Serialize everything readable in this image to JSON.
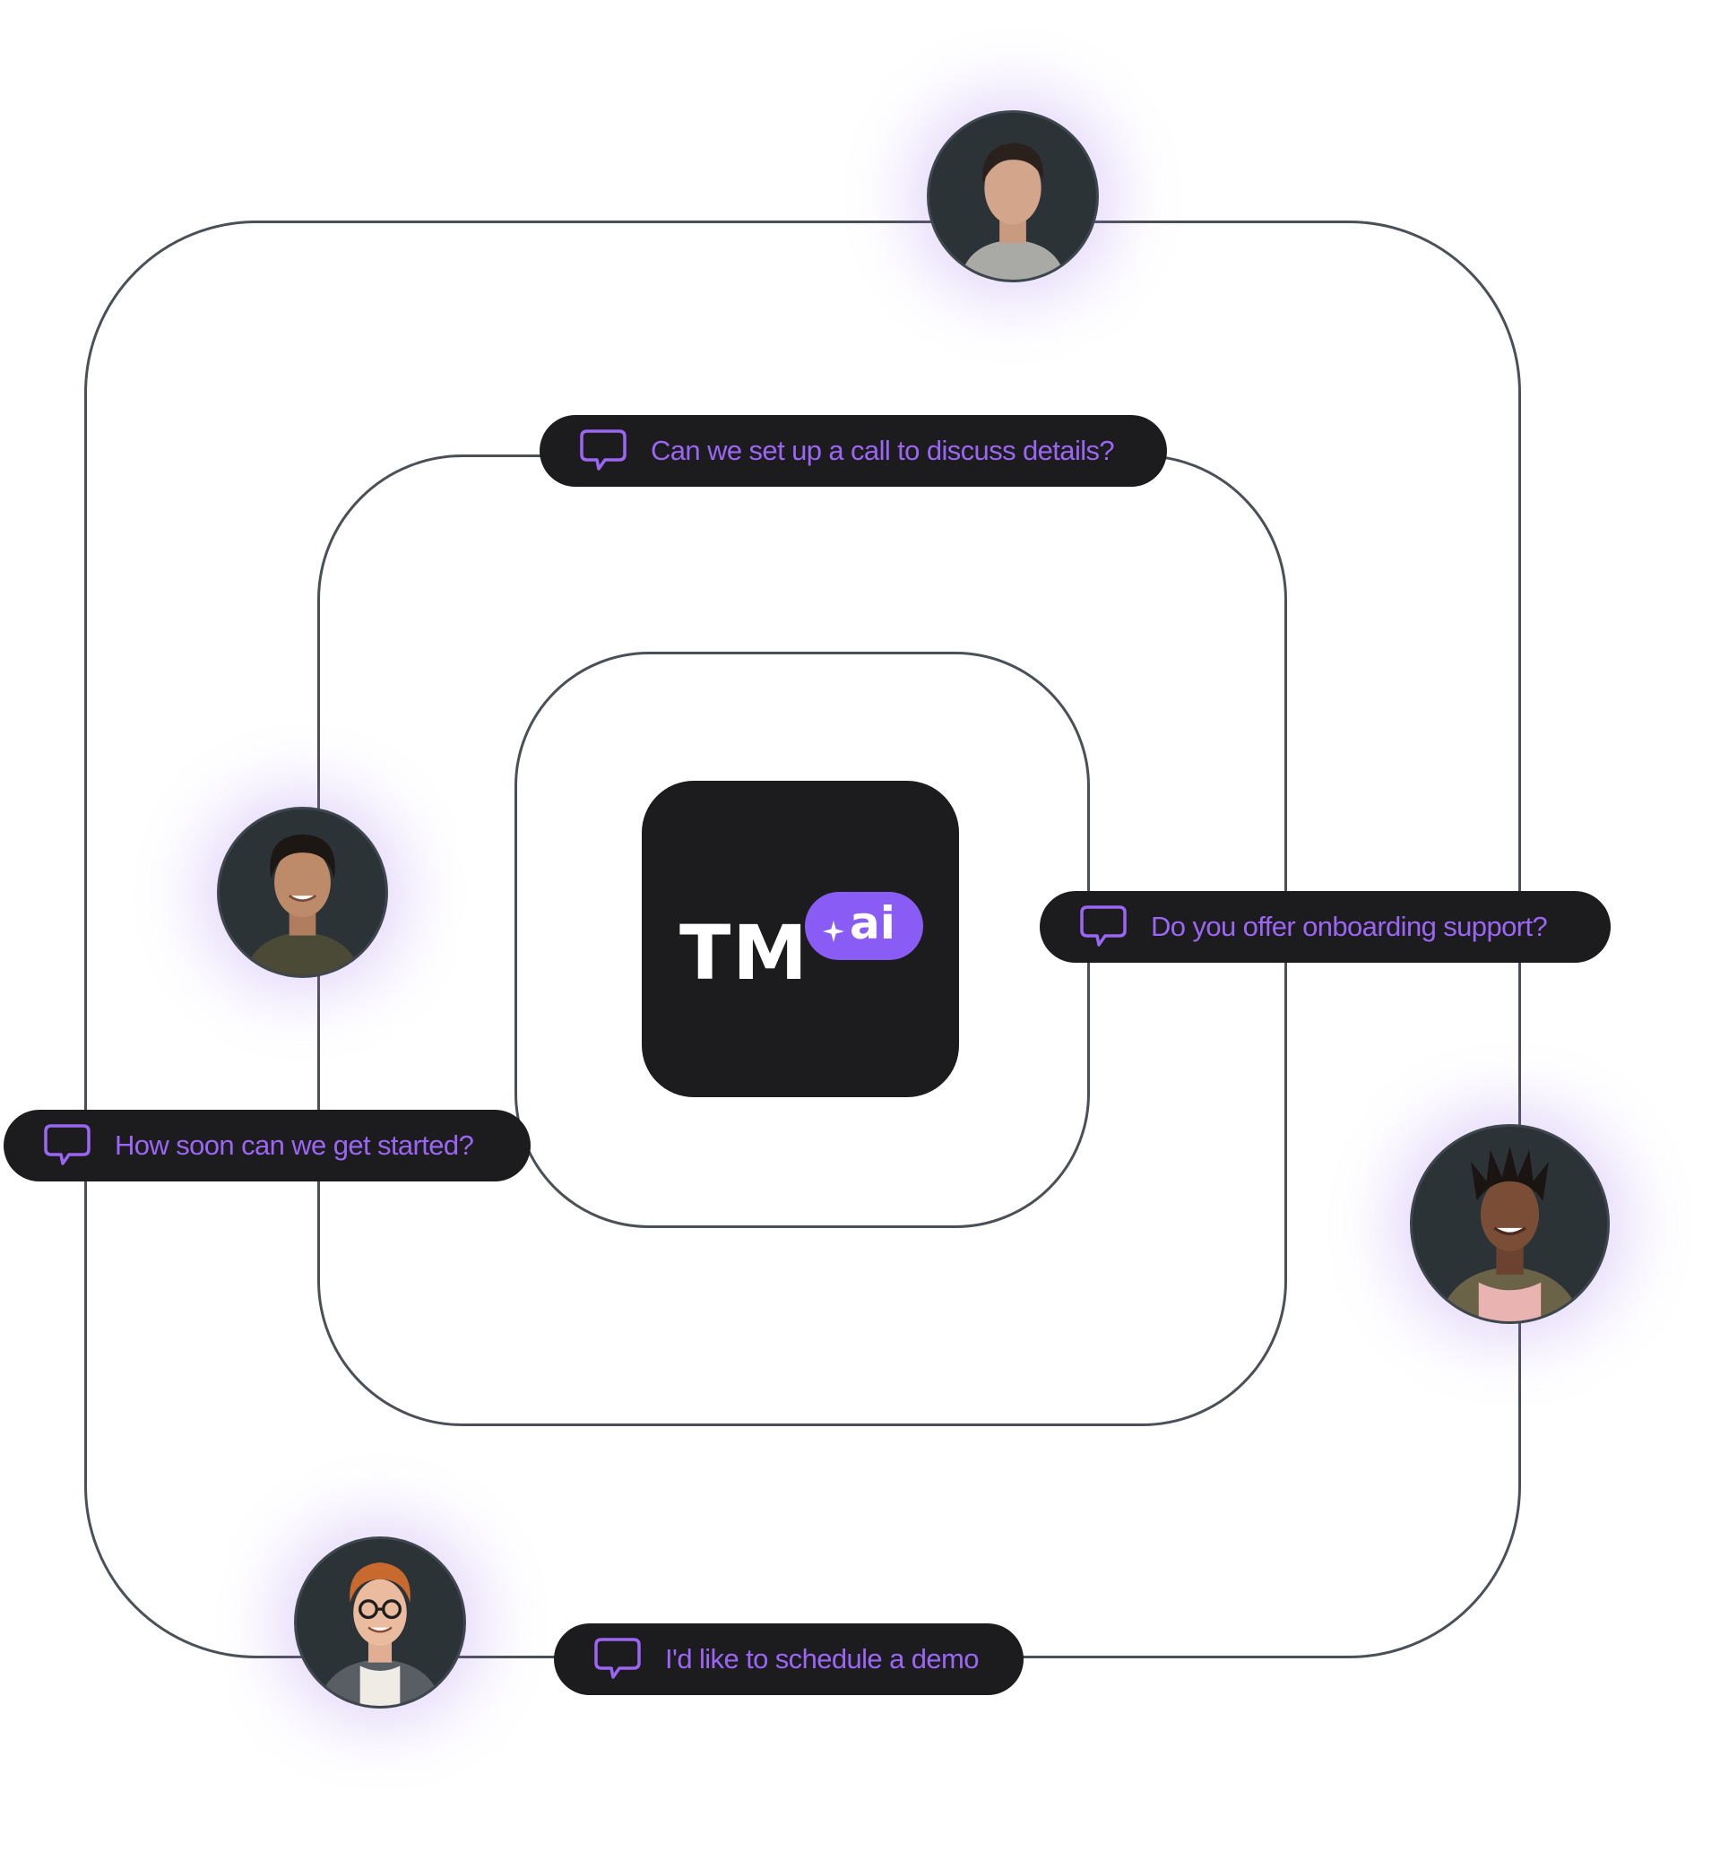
{
  "logo": {
    "wordmark": "TM",
    "badge": "ai",
    "colors": {
      "tile": "#1c1c1e",
      "badge": "#8a5cf6",
      "text": "#ffffff"
    }
  },
  "messages": [
    {
      "text": "Can we set up a call to discuss details?",
      "icon": "chat-bubble-icon"
    },
    {
      "text": "Do you offer onboarding support?",
      "icon": "chat-bubble-icon"
    },
    {
      "text": "How soon can we get started?",
      "icon": "chat-bubble-icon"
    },
    {
      "text": "I'd like to schedule a demo",
      "icon": "chat-bubble-icon"
    }
  ],
  "avatars": [
    {
      "name": "avatar-top",
      "description": "portrait"
    },
    {
      "name": "avatar-left",
      "description": "portrait"
    },
    {
      "name": "avatar-right",
      "description": "portrait"
    },
    {
      "name": "avatar-bottom-left",
      "description": "portrait"
    }
  ],
  "colors": {
    "accent": "#9c66f5",
    "pill": "#1c1c1e",
    "ring": "#4a5057",
    "glow": "#966eeb"
  }
}
